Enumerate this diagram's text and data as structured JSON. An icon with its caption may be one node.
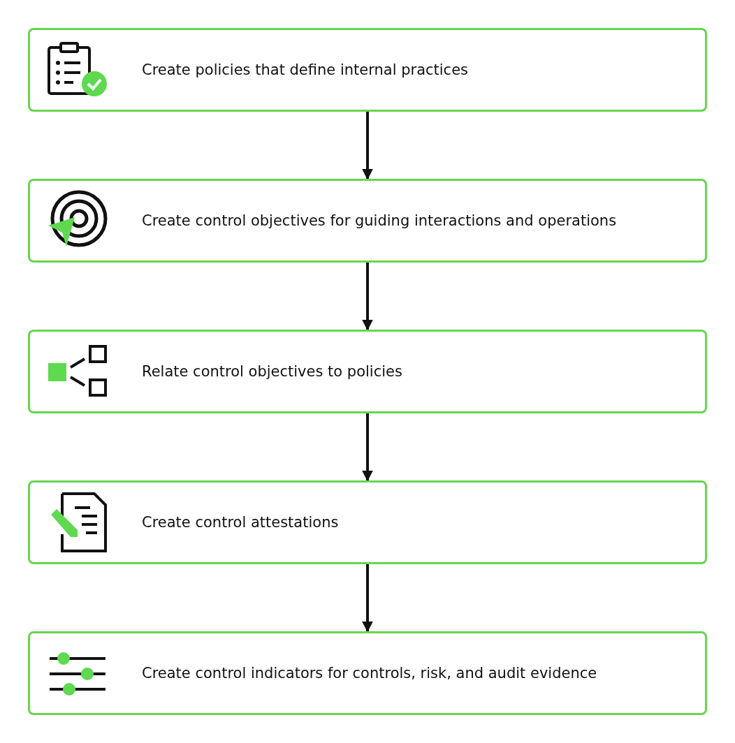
{
  "diagram": {
    "nodes": [
      {
        "text": [
          "Create policies that define internal practices"
        ]
      },
      {
        "text": [
          "Create control objectives for guiding interactions and operations"
        ]
      },
      {
        "text": [
          "Relate control objectives to policies"
        ]
      },
      {
        "text": [
          "Create control attestations"
        ]
      },
      {
        "text": [
          "Create control indicators for controls, risk, and audit evidence"
        ]
      }
    ],
    "edges": [
      {
        "from": 0,
        "to": 1,
        "arrow": "to"
      },
      {
        "from": 1,
        "to": 2,
        "arrow": "to"
      },
      {
        "from": 2,
        "to": 3,
        "arrow": "to"
      },
      {
        "from": 3,
        "to": 4,
        "arrow": "to"
      }
    ]
  }
}
